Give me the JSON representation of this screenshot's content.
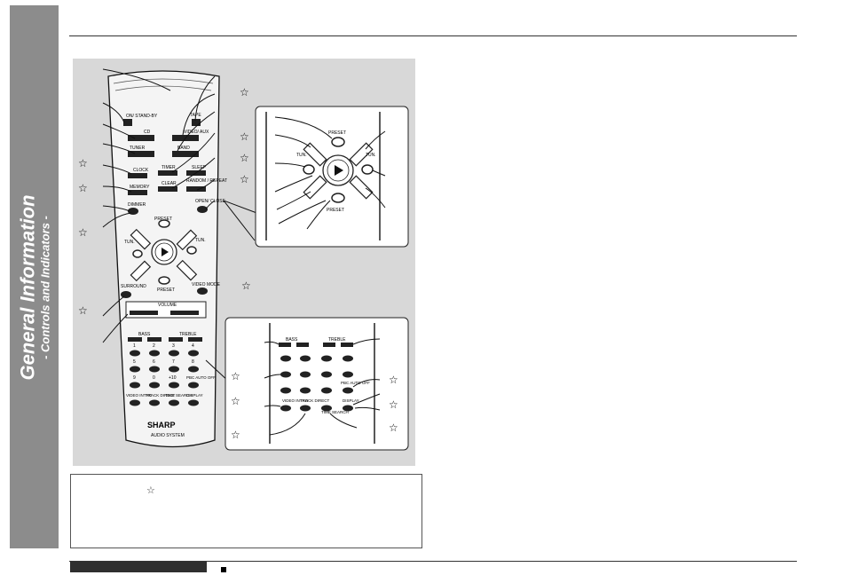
{
  "sidebar": {
    "title": "General Information",
    "subtitle": "- Controls and Indicators -"
  },
  "note": {
    "star_symbol": "☆"
  },
  "remote": {
    "brand": "SHARP",
    "model": "AUDIO SYSTEM",
    "buttons": {
      "on_standby": "ON/ STAND-BY",
      "tape": "TAPE",
      "cd": "CD",
      "video_aux": "VIDEO/ AUX",
      "tuner": "TUNER",
      "band": "BAND",
      "clock": "CLOCK",
      "timer": "TIMER",
      "sleep": "SLEEP",
      "memory": "MEMORY",
      "clear": "CLEAR",
      "random_repeat": "RANDOM / REPEAT",
      "dimmer": "DIMMER",
      "open_close": "OPEN/ CLOSE",
      "preset_up": "PRESET",
      "preset_down": "PRESET",
      "tun_left": "TUN.",
      "tun_right": "TUN.",
      "surround": "SURROUND",
      "video_mode": "VIDEO MODE",
      "volume": "VOLUME",
      "bass": "BASS",
      "treble": "TREBLE",
      "video_intro": "VIDEO INTRO",
      "track_direct": "TRACK DIRECT",
      "time_search": "TIME SEARCH",
      "display": "DISPLAY",
      "pbc_auto_off": "PBC AUTO OFF",
      "plus10": "+10",
      "digits": [
        "1",
        "2",
        "3",
        "4",
        "5",
        "6",
        "7",
        "8",
        "9",
        "0"
      ]
    }
  },
  "callouts": {
    "star": "☆"
  }
}
